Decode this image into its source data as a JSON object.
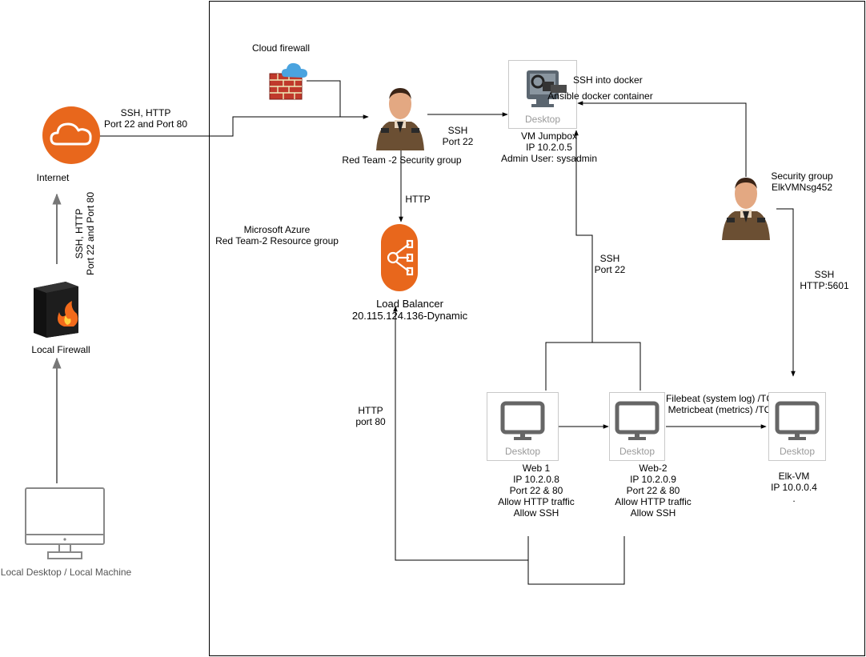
{
  "internet": {
    "label": "Internet"
  },
  "internet_link": {
    "line1": "SSH, HTTP",
    "line2": "Port 22 and Port 80"
  },
  "local_link": {
    "line1": "SSH, HTTP",
    "line2": "Port 22 and Port 80"
  },
  "local_firewall": {
    "label": "Local Firewall"
  },
  "local_machine": {
    "label": "Local Desktop / Local Machine"
  },
  "cloud_firewall": {
    "label": "Cloud firewall"
  },
  "red_team_sg": {
    "label": "Red Team -2 Security group"
  },
  "azure": {
    "line1": "Microsoft Azure",
    "line2": "Red Team-2 Resource group"
  },
  "ssh_to_jumpbox": {
    "line1": "SSH",
    "line2": "Port 22"
  },
  "http_to_lb": {
    "label": "HTTP"
  },
  "jumpbox": {
    "caption": "Desktop",
    "name": "VM Jumpbox",
    "ip": "IP 10.2.0.5",
    "admin": "Admin User: sysadmin",
    "note1": "SSH into docker",
    "note2": "Ansible docker container"
  },
  "load_balancer": {
    "line1": "Load Balancer",
    "line2": "20.115.124.136-Dynamic"
  },
  "ssh_web_link": {
    "line1": "SSH",
    "line2": "Port 22"
  },
  "http_port80": {
    "line1": "HTTP",
    "line2": "port 80"
  },
  "elk_sg": {
    "line1": "Security group",
    "line2": "ElkVMNsg452"
  },
  "elk_link": {
    "line1": "SSH",
    "line2": "HTTP:5601"
  },
  "beats": {
    "line1": "Filebeat (system log) /TCP",
    "line2": "Metricbeat (metrics) /TCP"
  },
  "web1": {
    "caption": "Desktop",
    "lines": [
      "Web 1",
      "IP 10.2.0.8",
      "Port 22 & 80",
      "Allow HTTP traffic",
      "Allow SSH"
    ]
  },
  "web2": {
    "caption": "Desktop",
    "lines": [
      "Web-2",
      "IP 10.2.0.9",
      "Port 22 & 80",
      "Allow HTTP traffic",
      "Allow SSH"
    ]
  },
  "elk_vm": {
    "caption": "Desktop",
    "lines": [
      "Elk-VM",
      "IP 10.0.0.4",
      "."
    ]
  },
  "colors": {
    "aws_orange": "#e8671c",
    "firewall_red": "#c0392b",
    "cloud_blue": "#4aa3df",
    "guard_uniform": "#6b4f33"
  }
}
